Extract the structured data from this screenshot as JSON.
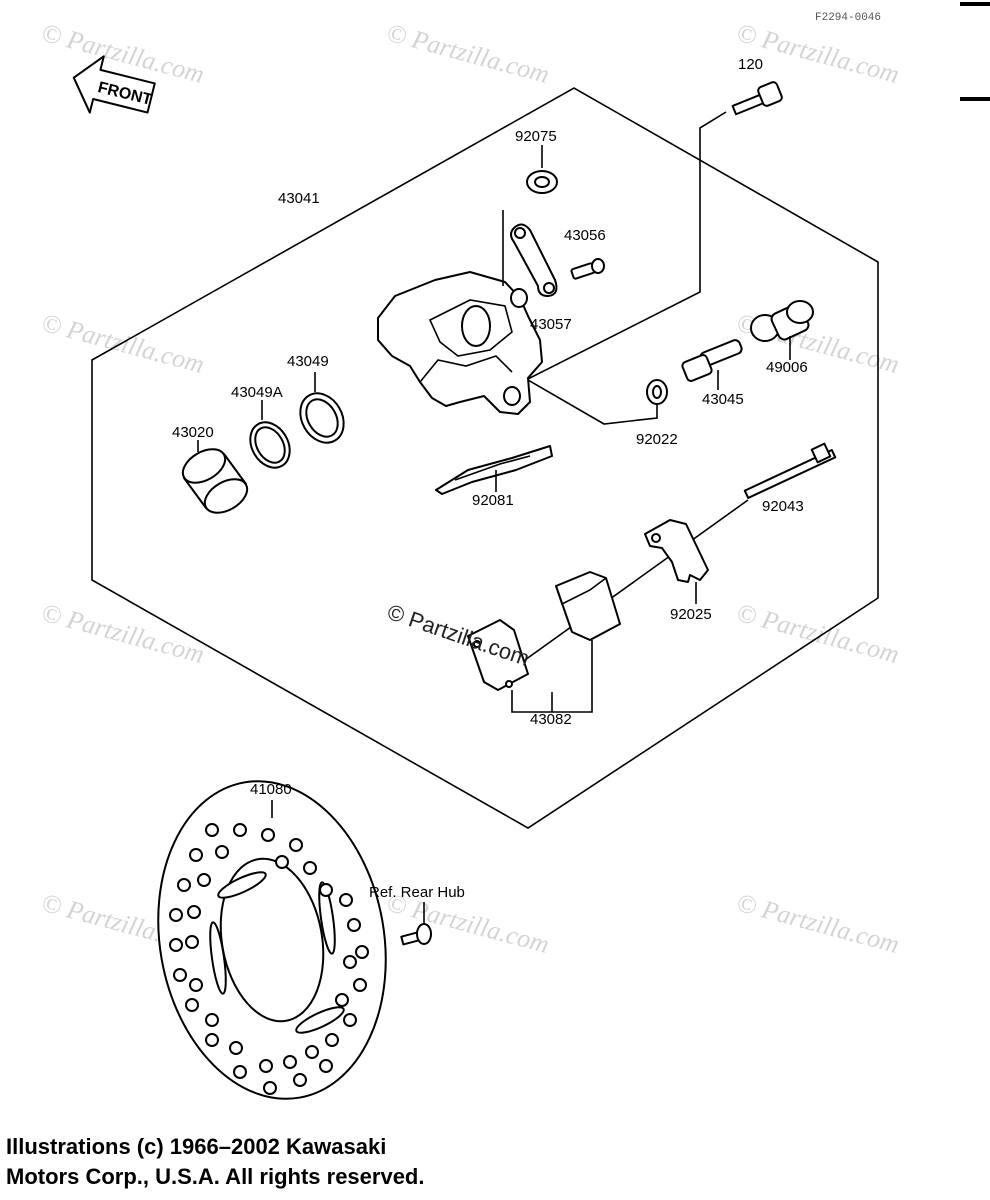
{
  "figure_code": "F2294-0046",
  "front_arrow_text": "FRONT",
  "watermark_text": "© Partzilla.com",
  "center_watermark": "© Partzilla.com",
  "parts": [
    {
      "id": "120"
    },
    {
      "id": "92075"
    },
    {
      "id": "43041"
    },
    {
      "id": "43056"
    },
    {
      "id": "43057"
    },
    {
      "id": "49006"
    },
    {
      "id": "43045"
    },
    {
      "id": "92022"
    },
    {
      "id": "43049"
    },
    {
      "id": "43049A"
    },
    {
      "id": "43020"
    },
    {
      "id": "92081"
    },
    {
      "id": "92043"
    },
    {
      "id": "92025"
    },
    {
      "id": "43082"
    },
    {
      "id": "41080"
    },
    {
      "id": "Ref. Rear Hub"
    }
  ],
  "copyright_lines": [
    "Illustrations (c) 1966–2002 Kawasaki",
    "Motors Corp., U.S.A.  All rights reserved."
  ]
}
